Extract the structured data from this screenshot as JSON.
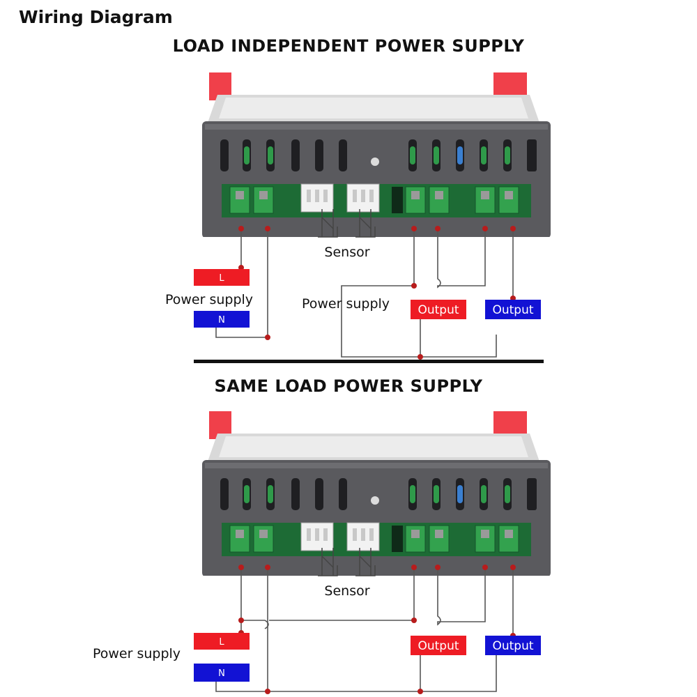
{
  "title": "Wiring Diagram",
  "sections": [
    {
      "heading": "LOAD INDEPENDENT POWER SUPPLY",
      "sensor_label": "Sensor",
      "power_supply_label": "Power supply",
      "load_power_supply_label": "Power supply",
      "l_label": "L",
      "n_label": "N",
      "output_red_label": "Output",
      "output_blue_label": "Output"
    },
    {
      "heading": "SAME LOAD POWER SUPPLY",
      "sensor_label": "Sensor",
      "power_supply_label": "Power supply",
      "l_label": "L",
      "n_label": "N",
      "output_red_label": "Output",
      "output_blue_label": "Output"
    }
  ],
  "colors": {
    "red_terminal": "#ee1c24",
    "blue_terminal": "#1212d4",
    "wire": "#555555",
    "junction": "#b81c1c",
    "housing": "#5a5a5e",
    "terminal_green": "#2f9a4a"
  }
}
